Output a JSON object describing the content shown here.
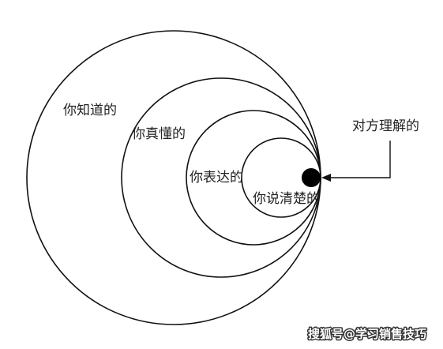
{
  "diagram": {
    "circles": [
      {
        "label": "你知道的"
      },
      {
        "label": "你真懂的"
      },
      {
        "label": "你表达的"
      },
      {
        "label": "你说清楚的"
      }
    ],
    "pointer_label": "对方理解的",
    "watermark": "搜狐号@学习销售技巧",
    "colors": {
      "stroke": "#111111",
      "text": "#222222",
      "dot": "#000000"
    }
  }
}
